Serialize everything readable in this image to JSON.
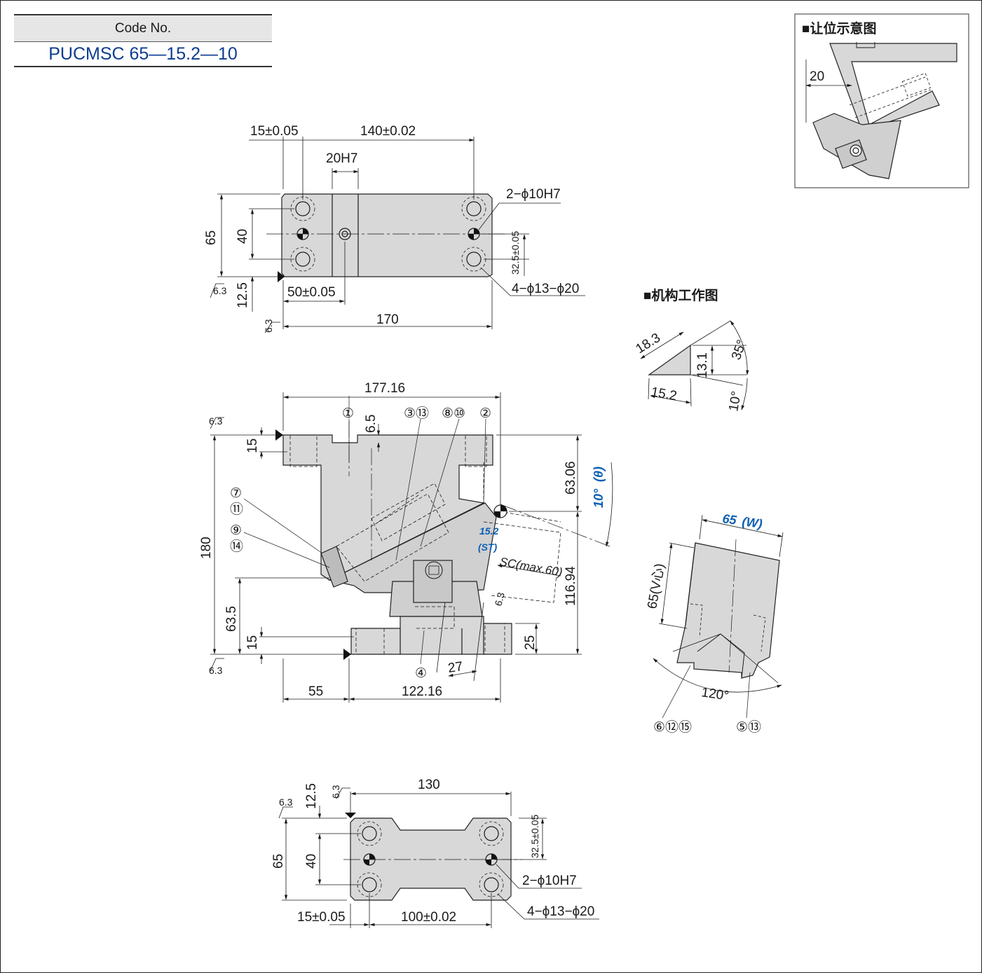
{
  "code_box": {
    "label": "Code No.",
    "value": "PUCMSC 65—15.2—10"
  },
  "top_view": {
    "dim_15": "15±0.05",
    "dim_140": "140±0.02",
    "dim_20h7": "20H7",
    "dim_65": "65",
    "dim_40": "40",
    "dim_12_5": "12.5",
    "dim_50": "50±0.05",
    "dim_170": "170",
    "dim_32_5": "32.5±0.05",
    "holes_pin": "2−ϕ10H7",
    "holes_cb": "4−ϕ13−ϕ20",
    "roughness": "6.3"
  },
  "front_view": {
    "dim_177": "177.16",
    "dim_6_5": "6.5",
    "dim_15_top": "15",
    "dim_180": "180",
    "dim_63_5": "63.5",
    "dim_15_bottom": "15",
    "dim_63_06": "63.06",
    "dim_116_94": "116.94",
    "dim_25": "25",
    "dim_55": "55",
    "dim_122_16": "122.16",
    "dim_27": "27",
    "angle": "10°",
    "angle_sym": "(θ)",
    "stroke": "15.2",
    "stroke_sym": "(ST)",
    "sc": "SC(max.60)",
    "roughness": "6.3",
    "balloons": {
      "b1": "①",
      "b2": "②",
      "b3": "③⑬",
      "b8": "⑧⑩",
      "b7": "⑦",
      "b11": "⑪",
      "b9": "⑨",
      "b14": "⑭",
      "b4": "④"
    }
  },
  "bottom_view": {
    "dim_130": "130",
    "dim_12_5": "12.5",
    "dim_65": "65",
    "dim_40": "40",
    "dim_32_5": "32.5±0.05",
    "holes_pin": "2−ϕ10H7",
    "holes_cb": "4−ϕ13−ϕ20",
    "dim_15": "15±0.05",
    "dim_100": "100±0.02",
    "roughness": "6.3"
  },
  "clearance_inset": {
    "title": "■让位示意图",
    "dim_20": "20"
  },
  "mechanism": {
    "title": "■机构工作图",
    "dim_18_3": "18.3",
    "dim_13_1": "13.1",
    "dim_15_2": "15.2",
    "angle_35": "35°",
    "angle_10": "10°"
  },
  "side_view": {
    "width": "65",
    "width_sym": "(W)",
    "v_width": "65(V心)",
    "angle_120": "120°",
    "balloons_left": "⑥⑫⑮",
    "balloons_right": "⑤⑬"
  }
}
